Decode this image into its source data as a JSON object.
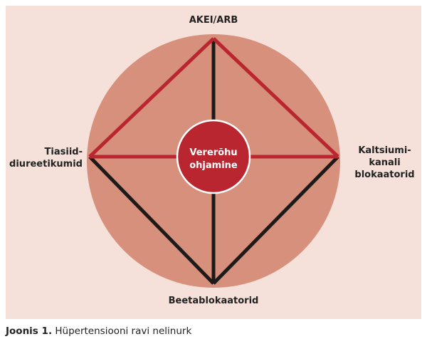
{
  "diagram": {
    "title_center": [
      "Vererõhu",
      "ohjamine"
    ],
    "top": "AKEI/ARB",
    "left": [
      "Tiasiid-",
      "diureetikumid"
    ],
    "right": [
      "Kaltsiumi-",
      "kanali",
      "blokaatorid"
    ],
    "bottom": "Beetablokaatorid",
    "colors": {
      "background": "#f5e1d9",
      "circle": "#d6907b",
      "red": "#b9262f",
      "black": "#1e1a1a"
    }
  },
  "caption": {
    "label": "Joonis 1.",
    "text": " Hüpertensiooni ravi nelinurk"
  }
}
